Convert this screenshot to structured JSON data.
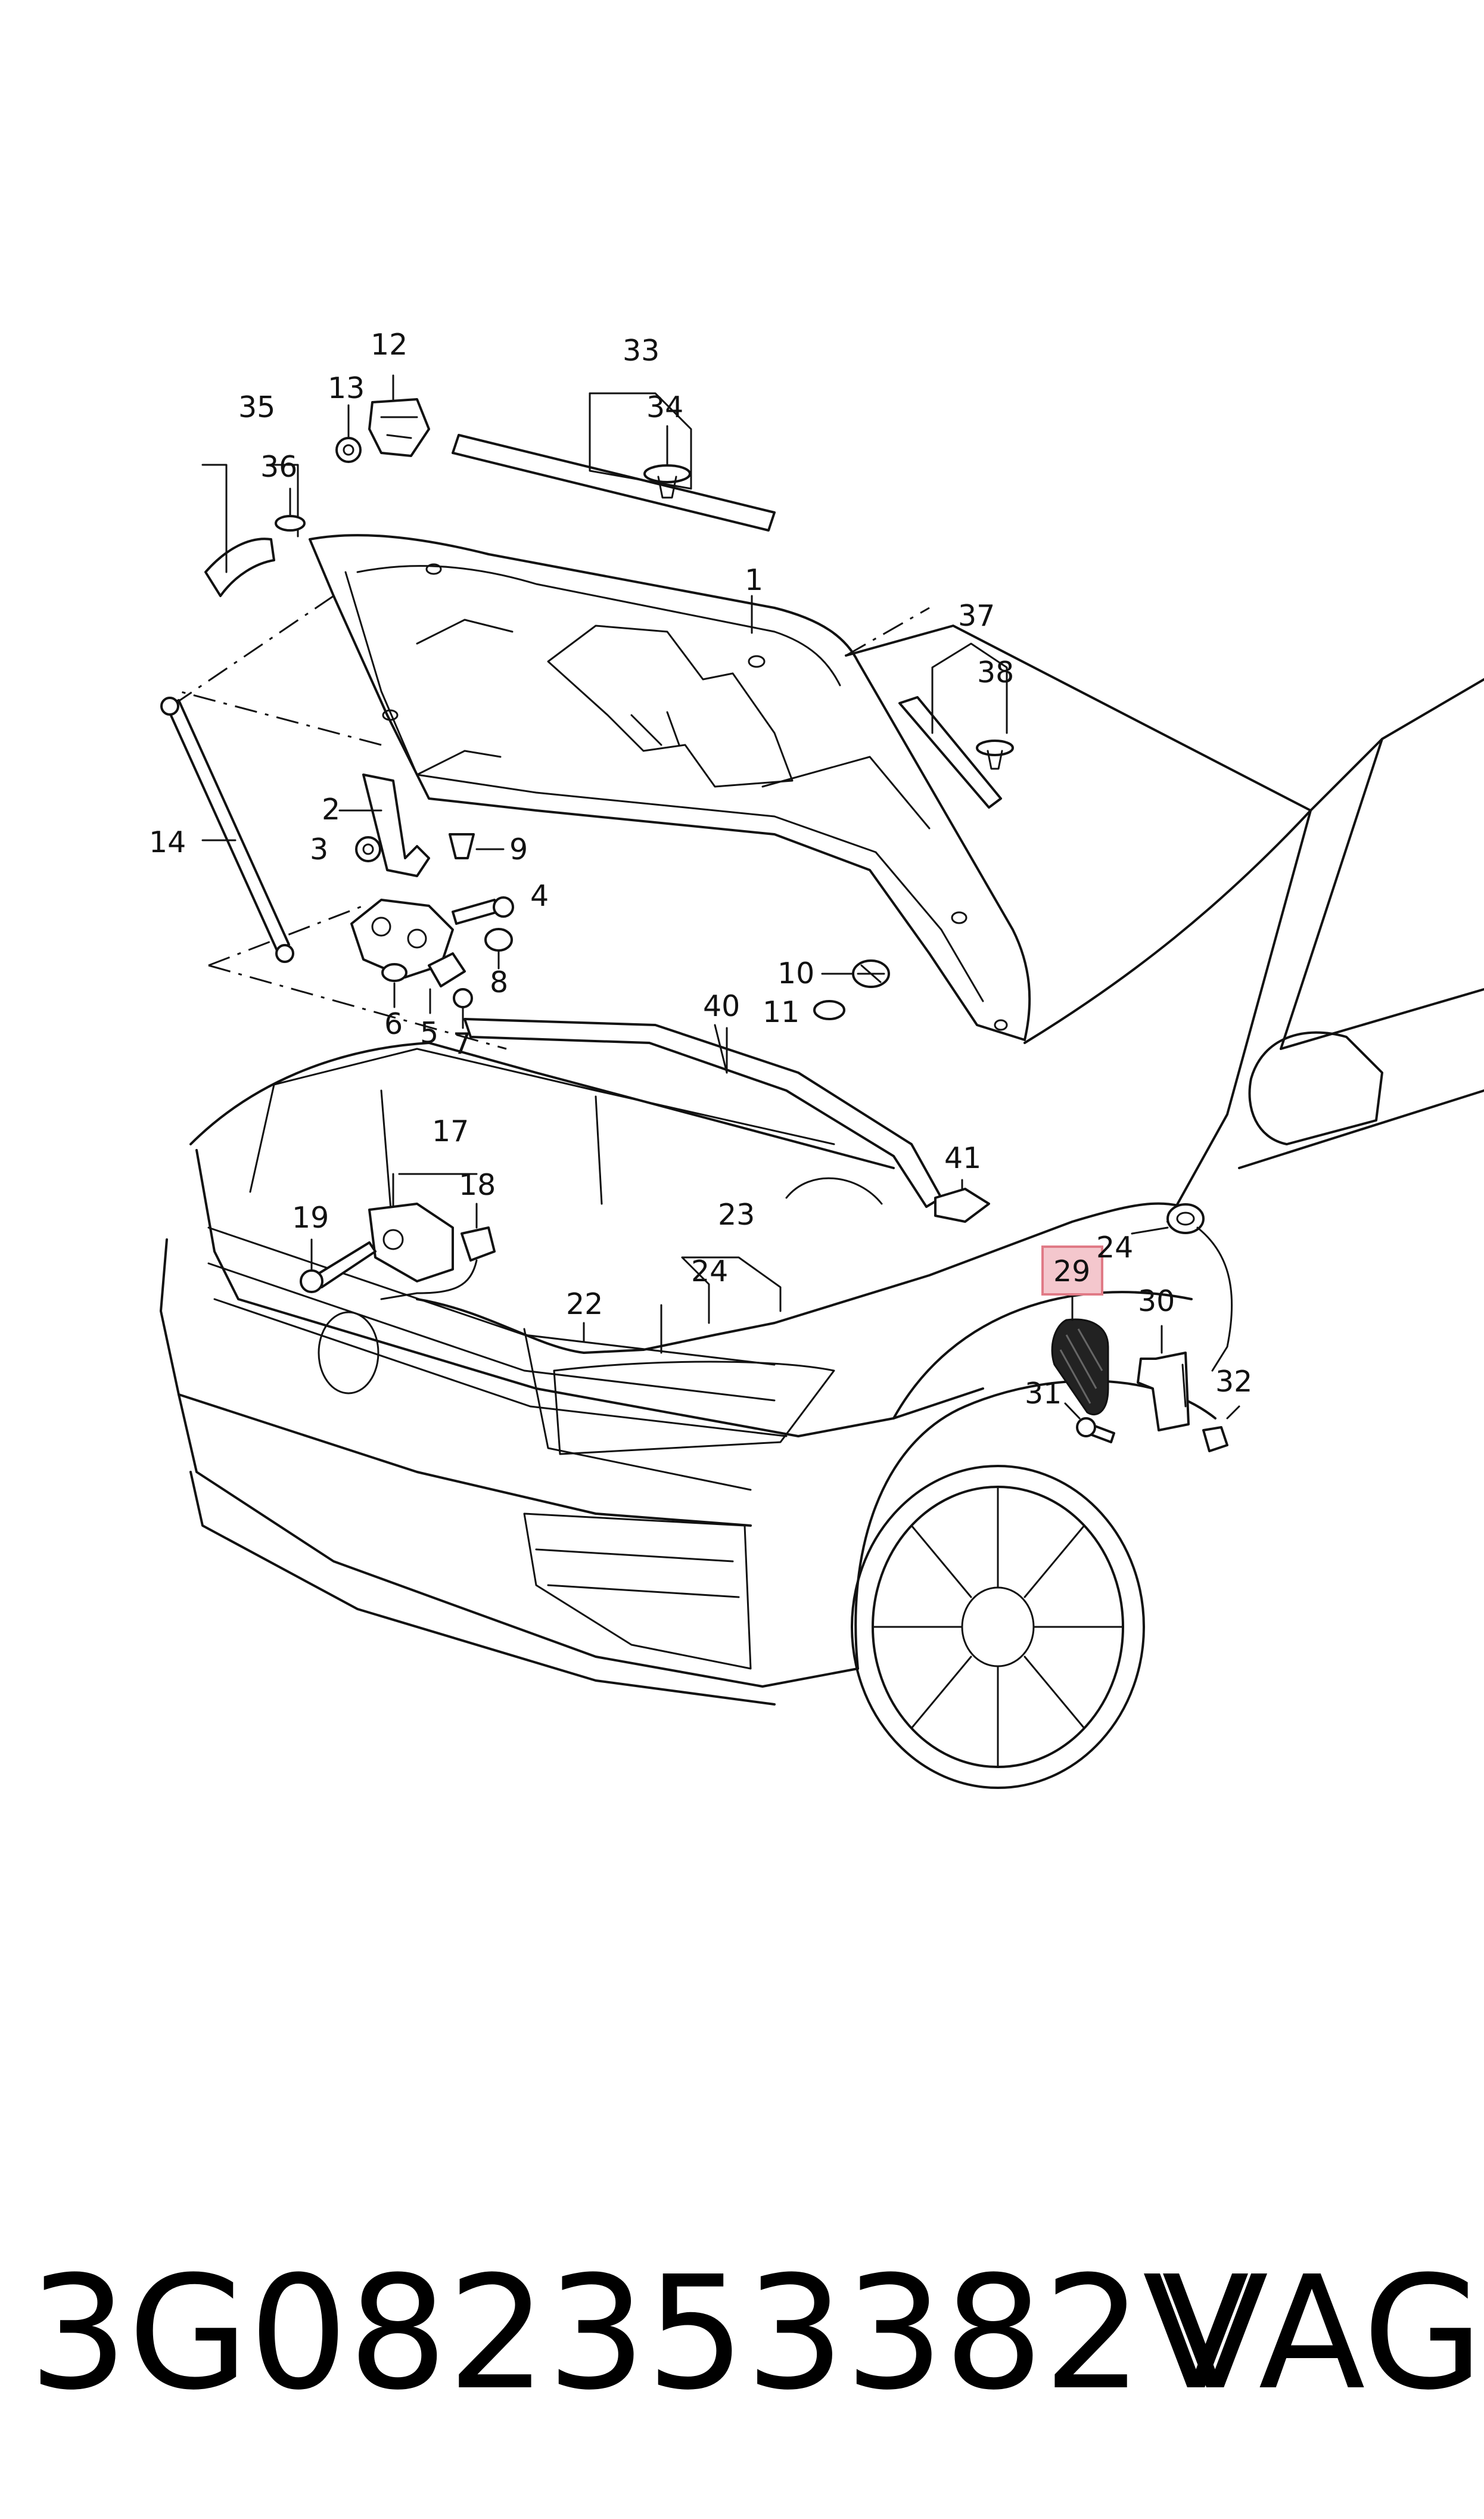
{
  "diagram": {
    "highlight_color": "#f4c7cd",
    "highlight_border": "#e07a86",
    "callouts": {
      "c1": "1",
      "c2": "2",
      "c3": "3",
      "c4": "4",
      "c5": "5",
      "c6": "6",
      "c7": "7",
      "c8": "8",
      "c9": "9",
      "c10": "10",
      "c11": "11",
      "c12": "12",
      "c13": "13",
      "c14": "14",
      "c17": "17",
      "c18": "18",
      "c19": "19",
      "c22": "22",
      "c23": "23",
      "c24a": "24",
      "c24b": "24",
      "c29": "29",
      "c30": "30",
      "c31": "31",
      "c32": "32",
      "c33": "33",
      "c34": "34",
      "c35": "35",
      "c36": "36",
      "c37": "37",
      "c38": "38",
      "c40": "40",
      "c41": "41"
    },
    "highlighted_callout": "29"
  },
  "caption": {
    "part_number": "3G082353382V",
    "brand": "VAG"
  }
}
